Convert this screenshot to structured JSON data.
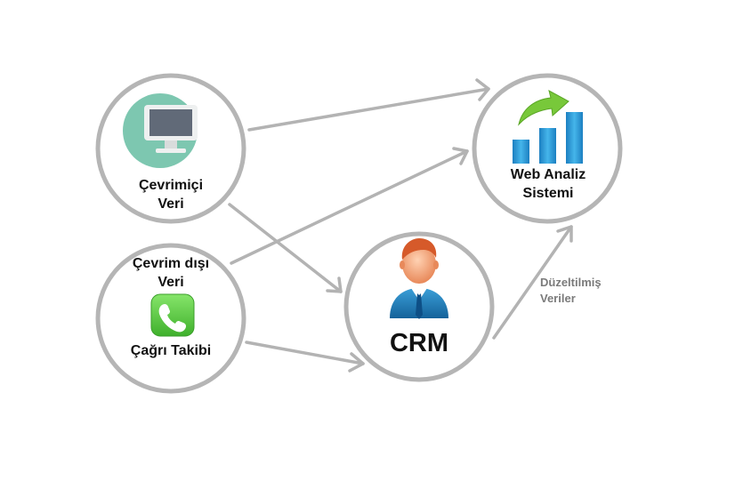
{
  "nodes": {
    "online": {
      "line1": "Çevrimiçi",
      "line2": "Veri",
      "icon": "monitor-icon"
    },
    "offline": {
      "line1": "Çevrim dışı",
      "line2": "Veri",
      "call_label": "Çağrı Takibi",
      "icon": "phone-icon"
    },
    "crm": {
      "label": "CRM",
      "icon": "businessman-icon"
    },
    "web": {
      "line1": "Web Analiz",
      "line2": "Sistemi",
      "icon": "bar-chart-growth-icon"
    }
  },
  "edges": {
    "crm_to_web_label_line1": "Düzeltilmiş",
    "crm_to_web_label_line2": "Veriler"
  },
  "colors": {
    "circle_stroke": "#b5b5b5",
    "arrow": "#b3b3b3",
    "monitor_bg": "#7dc7b0",
    "phone_green": "#5fcf45",
    "bar_blue": "#2f9fd8",
    "growth_arrow": "#78c83a",
    "crm_suit": "#1e78b4",
    "crm_skin": "#f2a57a"
  }
}
